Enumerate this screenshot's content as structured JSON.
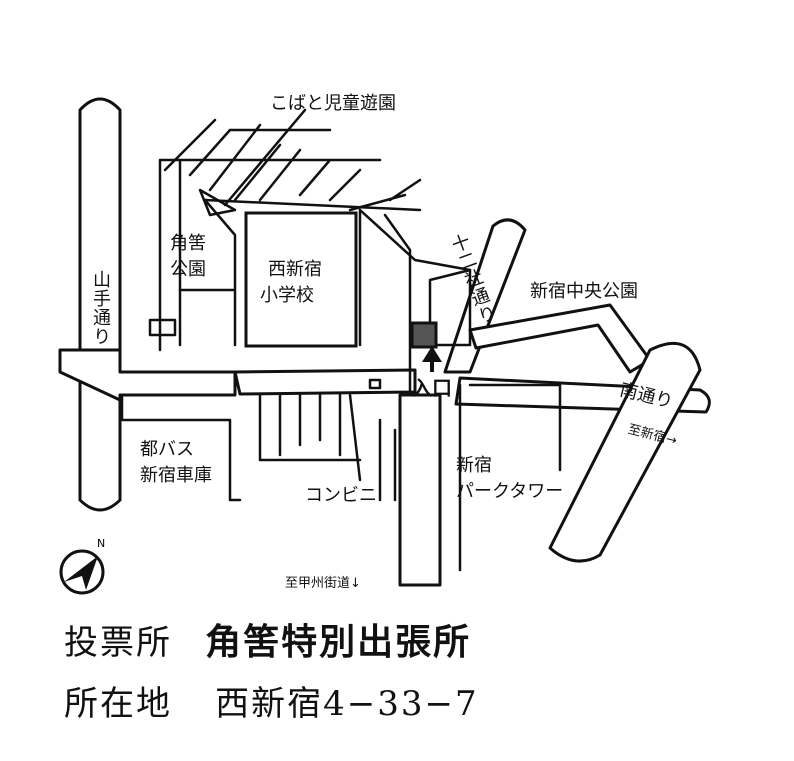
{
  "map": {
    "labels": {
      "kobato_park": "こばと児童遊園",
      "tsunohazu_park_line1": "角筈",
      "tsunohazu_park_line2": "公園",
      "school_line1": "西新宿",
      "school_line2": "小学校",
      "yamate_dori": "山手通り",
      "juniso_dori": "十二社通り",
      "central_park": "新宿中央公園",
      "entrance": "入口",
      "minami_dori": "南通り",
      "to_shinjuku": "至新宿→",
      "bus_depot_line1": "都バス",
      "bus_depot_line2": "新宿車庫",
      "convenience_store": "コンビニ",
      "park_tower_line1": "新宿",
      "park_tower_line2": "パークタワー",
      "to_koshu": "至甲州街道↓",
      "north": "N"
    },
    "icons": {
      "north_arrow": "north-arrow-icon",
      "entrance_arrow": "arrow-up-icon"
    }
  },
  "info": {
    "venue_key": "投票所",
    "venue_name": "角筈特別出張所",
    "address_key": "所在地",
    "address_value": "西新宿4−33−7"
  }
}
